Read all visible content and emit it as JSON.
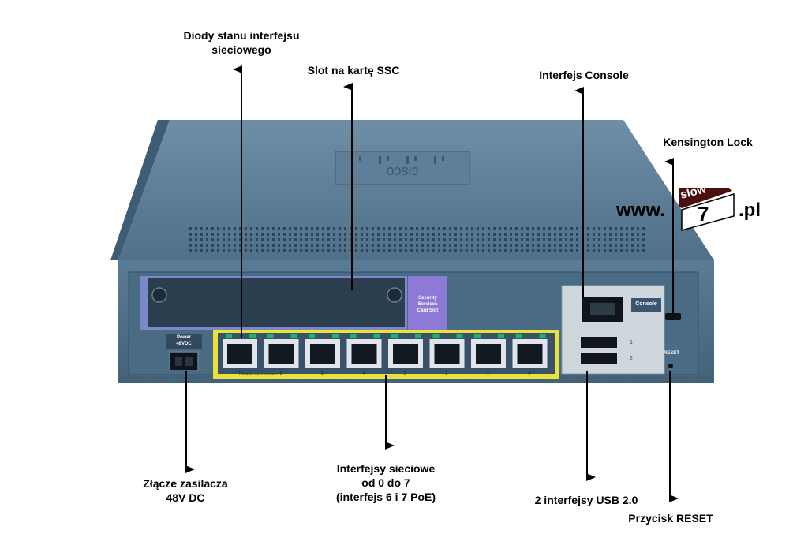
{
  "labels": {
    "leds": [
      "Diody stanu interfejsu",
      "sieciowego"
    ],
    "ssc_slot": "Slot na kartę SSC",
    "console": "Interfejs Console",
    "kensington": "Kensington Lock",
    "power": [
      "Złącze zasilacza",
      "48V DC"
    ],
    "ports": [
      "Interfejsy sieciowe",
      "od 0 do 7",
      "(interfejs 6 i 7 PoE)"
    ],
    "usb": "2 interfejsy USB 2.0",
    "reset": "Przycisk RESET"
  },
  "device": {
    "brand": "cisco",
    "slot_label": [
      "Security",
      "Services",
      "Card Slot"
    ],
    "power_label": [
      "Power",
      "48VDC"
    ],
    "console_label": "Console",
    "reset_label": "RESET",
    "usb_labels": [
      "1",
      "2"
    ],
    "port_numbers": [
      "7",
      "6",
      "5",
      "4",
      "3",
      "2",
      "1",
      "0"
    ],
    "poe_label": "POWER over ETHERNET"
  },
  "watermark": {
    "prefix": "www.",
    "top": "slow",
    "number": "7",
    "suffix": ".pl"
  },
  "colors": {
    "chassis": "#4d6f8a",
    "chassis_dark": "#2f4a60",
    "panel": "#5b7e99",
    "highlight_yellow": "#e8e23a",
    "led_green": "#19b36b",
    "slot_purple": "#8d7ad6",
    "logo_dark": "#4a1010"
  }
}
